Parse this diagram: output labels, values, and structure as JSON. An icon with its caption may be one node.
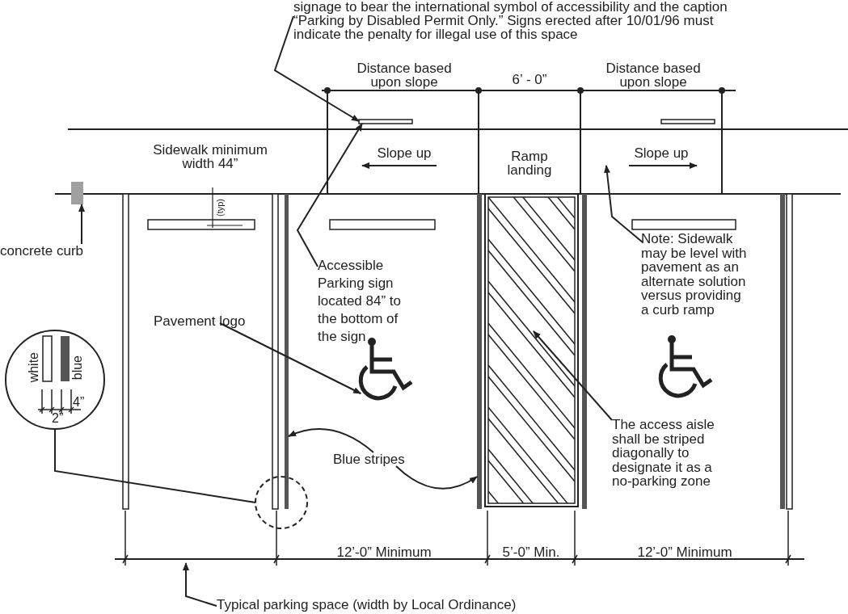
{
  "diagram": {
    "nodes": [
      {
        "text": [
          "signage to bear the international symbol of accessibility and the caption “Parking by Disabled Permit Only.”  Signs erected after 10/01/96 must indicate the penalty for illegal use of this space"
        ]
      },
      {
        "text": [],
        "shape": "bar"
      },
      {
        "text": [],
        "shape": "box"
      },
      {
        "text": [
          "concrete curb"
        ]
      },
      {
        "text": [
          "Accessible Parking sign located 84” to the bottom of the sign"
        ]
      },
      {
        "text": [
          "Pavement logo"
        ]
      },
      {
        "text": [],
        "shape": "picture"
      },
      {
        "text": [],
        "shape": "box"
      },
      {
        "text": [
          "Note: Sidewalk may be level with pavement as an alternate solution versus providing a curb ramp"
        ]
      },
      {
        "text": [
          "white",
          "blue",
          "4”",
          "2”"
        ]
      },
      {
        "text": [
          "Blue stripes"
        ]
      },
      {
        "text": [],
        "shape": "bar"
      },
      {
        "text": [],
        "shape": "bar"
      },
      {
        "text": [
          "The access aisle shall be striped diagonally to designate it as a no-parking zone"
        ]
      },
      {
        "text": [],
        "shape": "circle"
      },
      {
        "text": [
          "Typical parking space (width by Local Ordinance)"
        ]
      }
    ],
    "edges": [
      {
        "from": 0,
        "to": 1,
        "arrow": "to"
      },
      {
        "from": 4,
        "to": 1,
        "arrow": "to"
      },
      {
        "from": 3,
        "to": 2,
        "arrow": "to"
      },
      {
        "from": 5,
        "to": 6,
        "arrow": "to"
      },
      {
        "from": 8,
        "to": null,
        "arrow": "to"
      },
      {
        "from": 13,
        "to": 7,
        "arrow": "to"
      },
      {
        "from": 10,
        "to": 11,
        "arrow": "to"
      },
      {
        "from": 10,
        "to": 12,
        "arrow": "to"
      },
      {
        "from": 9,
        "to": 14,
        "arrow": "none"
      },
      {
        "from": 15,
        "to": null,
        "arrow": "to"
      }
    ],
    "labels": [
      "Distance based upon slope",
      "6’ - 0”",
      "Distance based upon slope",
      "Sidewalk minimum width 44”",
      "Slope up",
      "Ramp landing",
      "Slope up",
      "(typ)",
      "12’-0” Minimum",
      "5’-0” Min.",
      "12’-0” Minimum"
    ]
  }
}
